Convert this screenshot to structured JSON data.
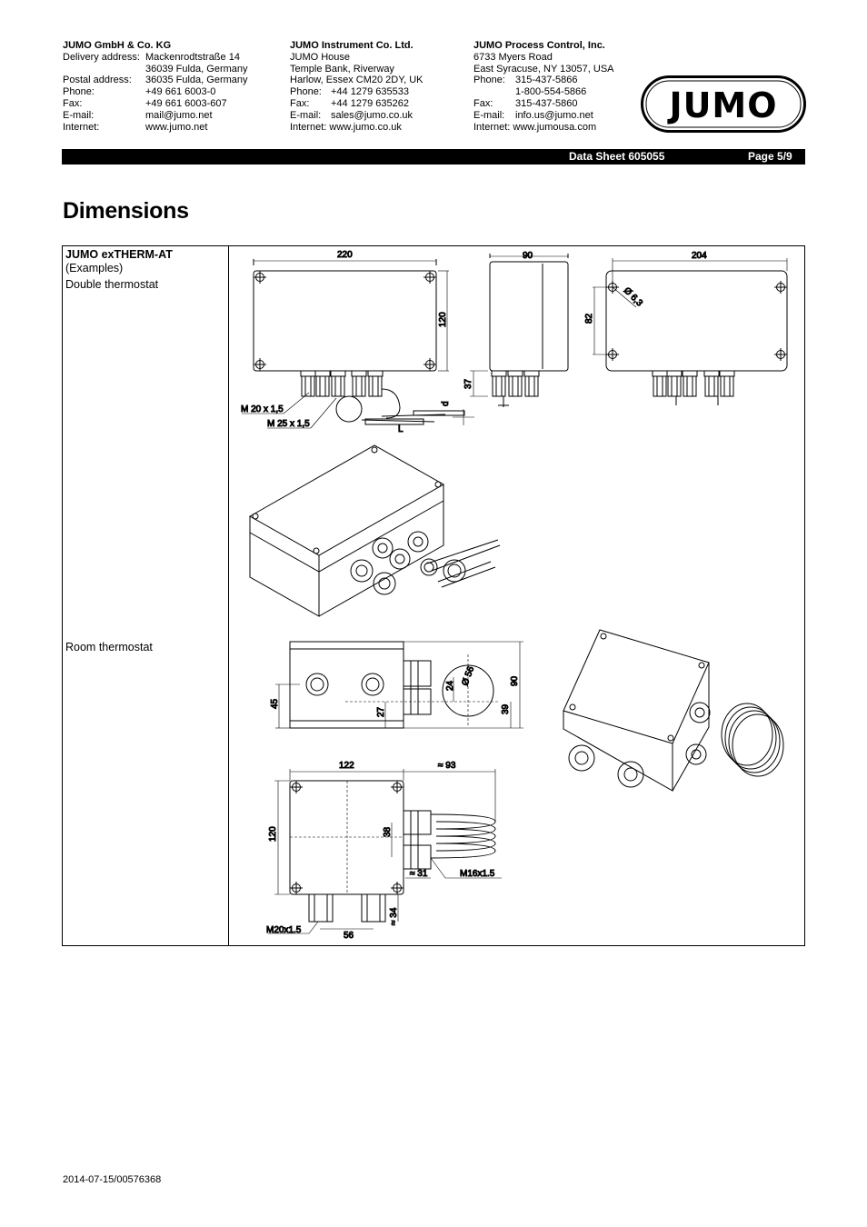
{
  "addresses": [
    {
      "company": "JUMO GmbH & Co. KG",
      "rows": [
        [
          "Delivery address:",
          "Mackenrodtstraße 14"
        ],
        [
          "",
          "36039 Fulda, Germany"
        ],
        [
          "Postal address:",
          "36035 Fulda, Germany"
        ],
        [
          "Phone:",
          "+49 661 6003-0"
        ],
        [
          "Fax:",
          "+49 661 6003-607"
        ],
        [
          "E-mail:",
          "mail@jumo.net"
        ],
        [
          "Internet:",
          "www.jumo.net"
        ]
      ]
    },
    {
      "company": "JUMO Instrument Co. Ltd.",
      "rows": [
        [
          "",
          "JUMO House"
        ],
        [
          "",
          "Temple Bank, Riverway"
        ],
        [
          "",
          "Harlow, Essex CM20 2DY, UK"
        ],
        [
          "Phone:",
          "+44 1279 635533"
        ],
        [
          "Fax:",
          "+44 1279 635262"
        ],
        [
          "E-mail:",
          "sales@jumo.co.uk"
        ],
        [
          "Internet:",
          "www.jumo.co.uk"
        ]
      ]
    },
    {
      "company": "JUMO Process Control, Inc.",
      "rows": [
        [
          "",
          "6733 Myers Road"
        ],
        [
          "",
          "East Syracuse, NY 13057, USA"
        ],
        [
          "Phone:",
          "315-437-5866"
        ],
        [
          "",
          "1-800-554-5866"
        ],
        [
          "Fax:",
          "315-437-5860"
        ],
        [
          "E-mail:",
          "info.us@jumo.net"
        ],
        [
          "Internet:",
          "www.jumousa.com"
        ]
      ]
    }
  ],
  "logo": "JUMO",
  "header_bar": {
    "datasheet": "Data Sheet 605055",
    "page": "Page 5/9"
  },
  "title": "Dimensions",
  "table": {
    "product": "JUMO exTHERM-AT",
    "examples": "(Examples)",
    "double_label": "Double thermostat",
    "room_label": "Room thermostat"
  },
  "dims": {
    "d220": "220",
    "d120a": "120",
    "d90": "90",
    "d37": "37",
    "d204": "204",
    "d82": "82",
    "dia63": "Ø 6,3",
    "m20": "M 20 x 1,5",
    "m25": "M 25 x 1,5",
    "d_letter": "d",
    "L_letter": "L",
    "d45": "45",
    "d27": "27",
    "d24": "24",
    "d56dia": "Ø 56",
    "d90b": "90",
    "d39": "39",
    "d122": "122",
    "d93": "≈ 93",
    "d120b": "120",
    "d38": "38",
    "d31": "≈ 31",
    "m16": "M16x1.5",
    "d34": "≈ 34",
    "m20b": "M20x1.5",
    "d56": "56"
  },
  "footer": "2014-07-15/00576368"
}
